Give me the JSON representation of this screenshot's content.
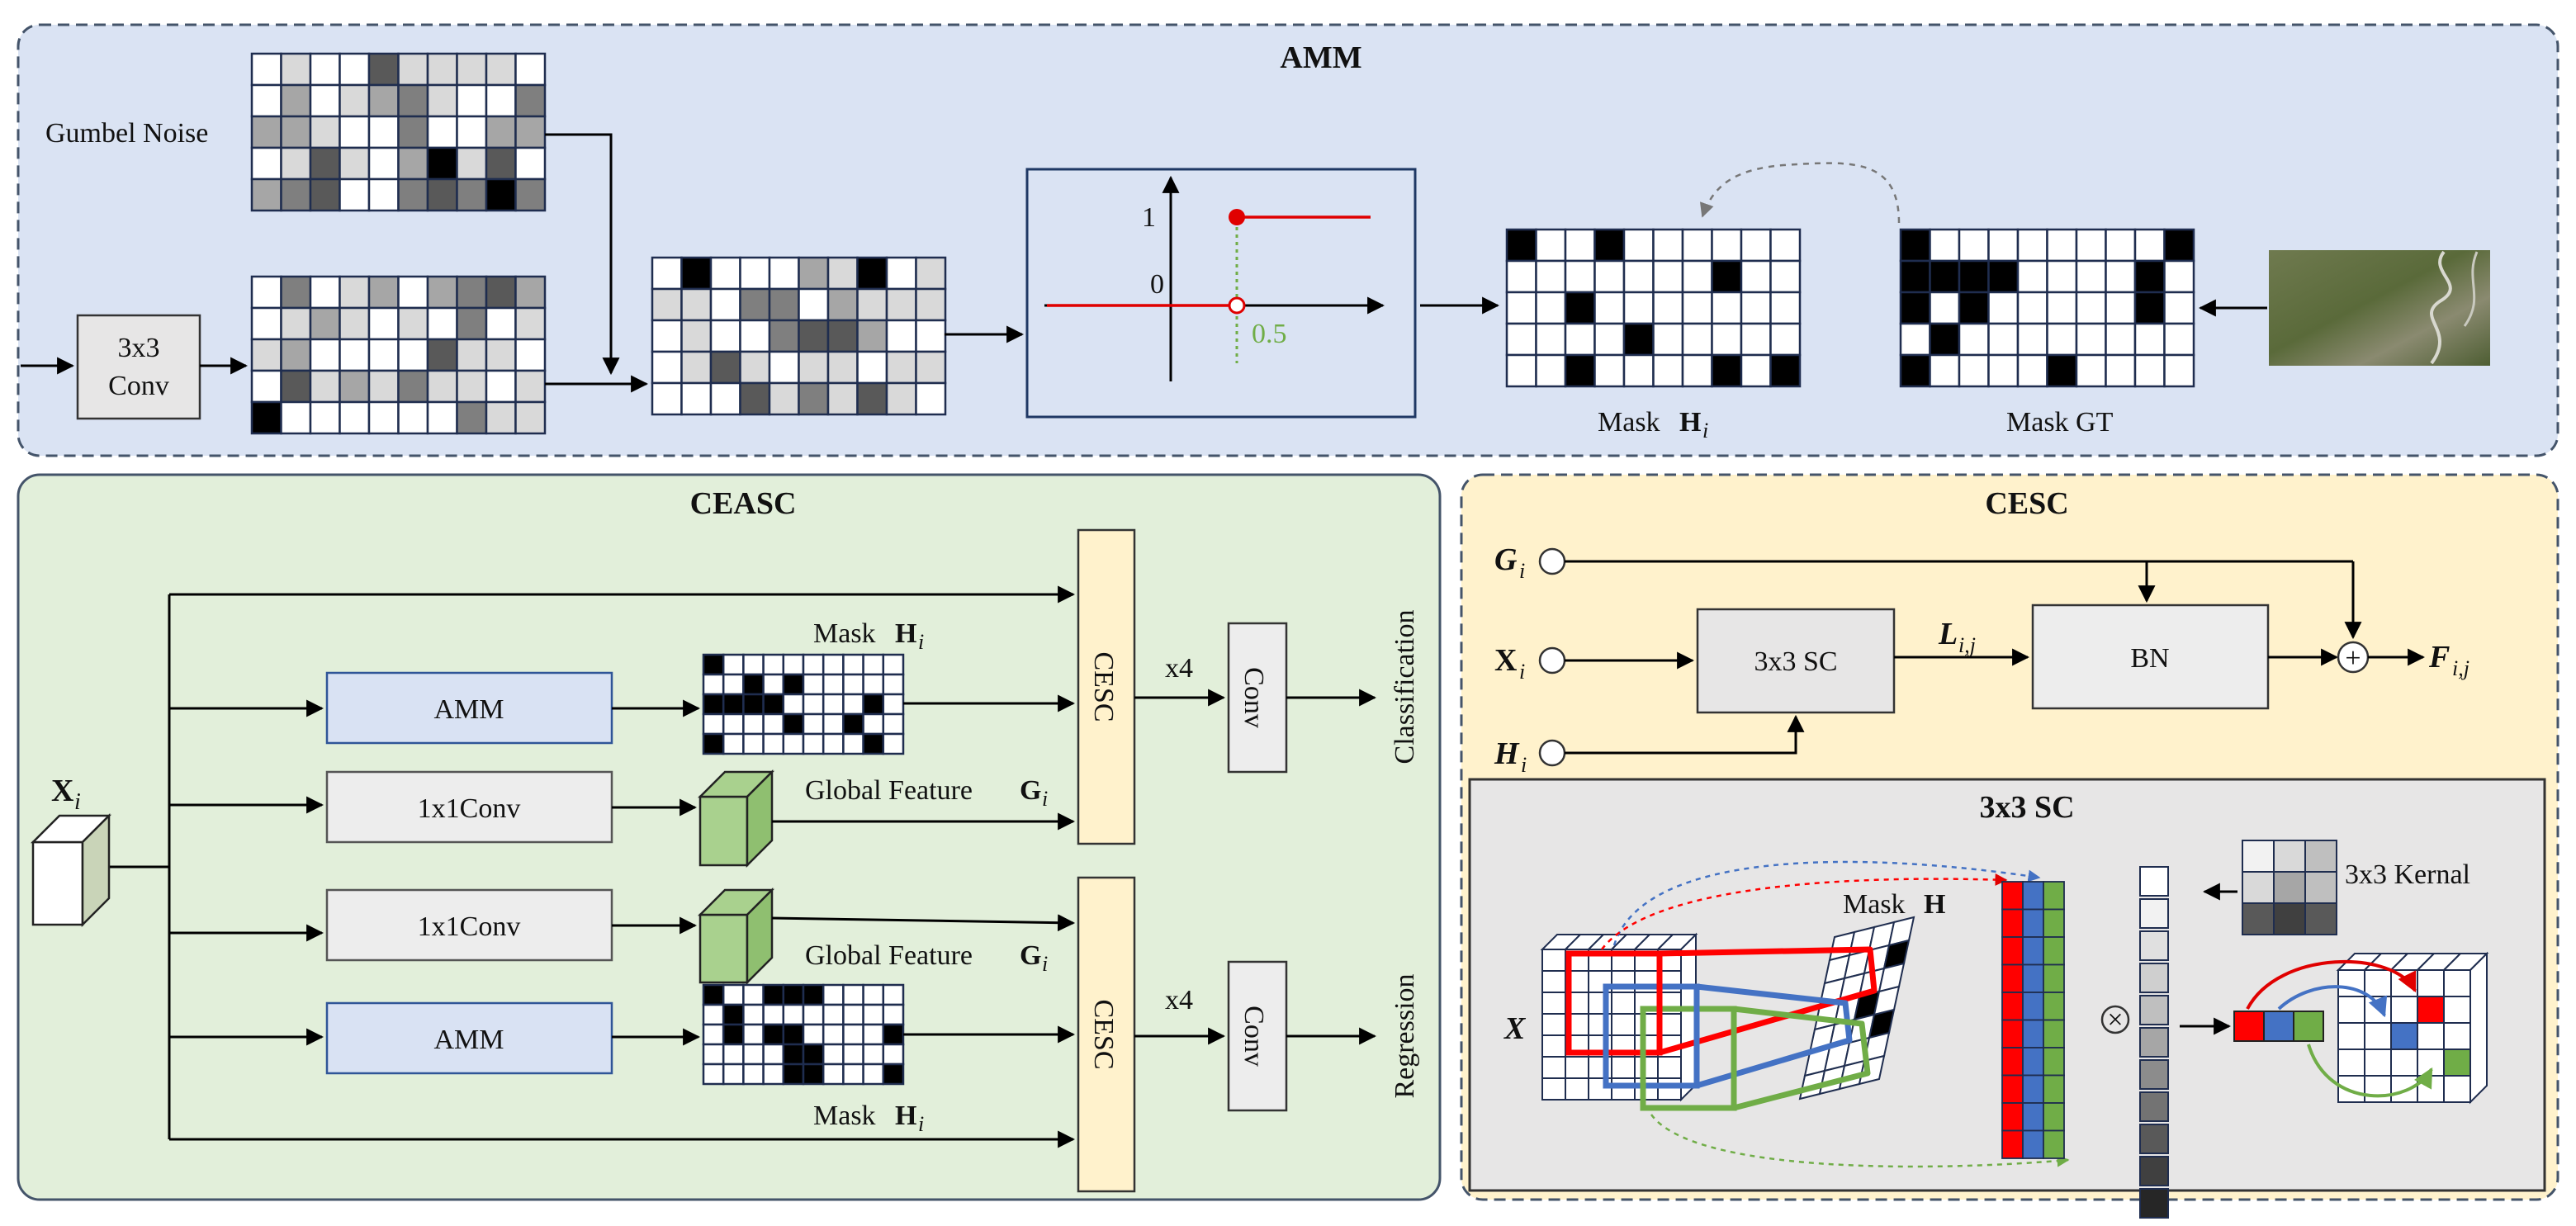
{
  "amm": {
    "title": "AMM",
    "gumbel_noise": "Gumbel Noise",
    "conv_line1": "3x3",
    "conv_line2": "Conv",
    "step_one": "1",
    "step_zero": "0",
    "step_threshold": "0.5",
    "mask_h_label": "Mask",
    "mask_h_sym": "H",
    "mask_h_sub": "i",
    "mask_gt_label": "Mask GT"
  },
  "ceasc": {
    "title": "CEASC",
    "input_sym": "X",
    "input_sub": "i",
    "amm_label": "AMM",
    "conv1x1_label": "1x1Conv",
    "mask_word": "Mask",
    "mask_sym": "H",
    "mask_sub": "i",
    "global_feature": "Global Feature",
    "global_sym": "G",
    "global_sub": "i",
    "cesc_label": "CESC",
    "repeat_label": "x4",
    "conv_label": "Conv",
    "classification": "Classification",
    "regression": "Regression"
  },
  "cesc": {
    "title": "CESC",
    "g_sym": "G",
    "g_sub": "i",
    "x_sym": "X",
    "x_sub": "i",
    "h_sym": "H",
    "h_sub": "i",
    "sc_label": "3x3 SC",
    "l_sym": "L",
    "l_sub": "i,j",
    "bn_label": "BN",
    "f_sym": "F",
    "f_sub": "i,j",
    "plus": "+"
  },
  "sc": {
    "title": "3x3 SC",
    "kernel_label": "3x3 Kernal",
    "mask_label": "Mask",
    "mask_sym": "H",
    "x_sym": "X",
    "times": "×"
  },
  "colors": {
    "amm_bg": "#DAE3F3",
    "ceasc_bg": "#E2EFDA",
    "cesc_bg": "#FFF2CC",
    "sc_bg": "#E7E6E6",
    "amm_box": "#D9E2F3",
    "cesc_box": "#FFF2CC",
    "gray_box": "#EDEDED",
    "cube_green": "#A9D18E",
    "red": "#FF0000",
    "blue": "#4472C4",
    "green": "#70AD47",
    "arrow_red": "#E00000",
    "step_green": "#70AD47",
    "border_blue": "#44546A"
  }
}
